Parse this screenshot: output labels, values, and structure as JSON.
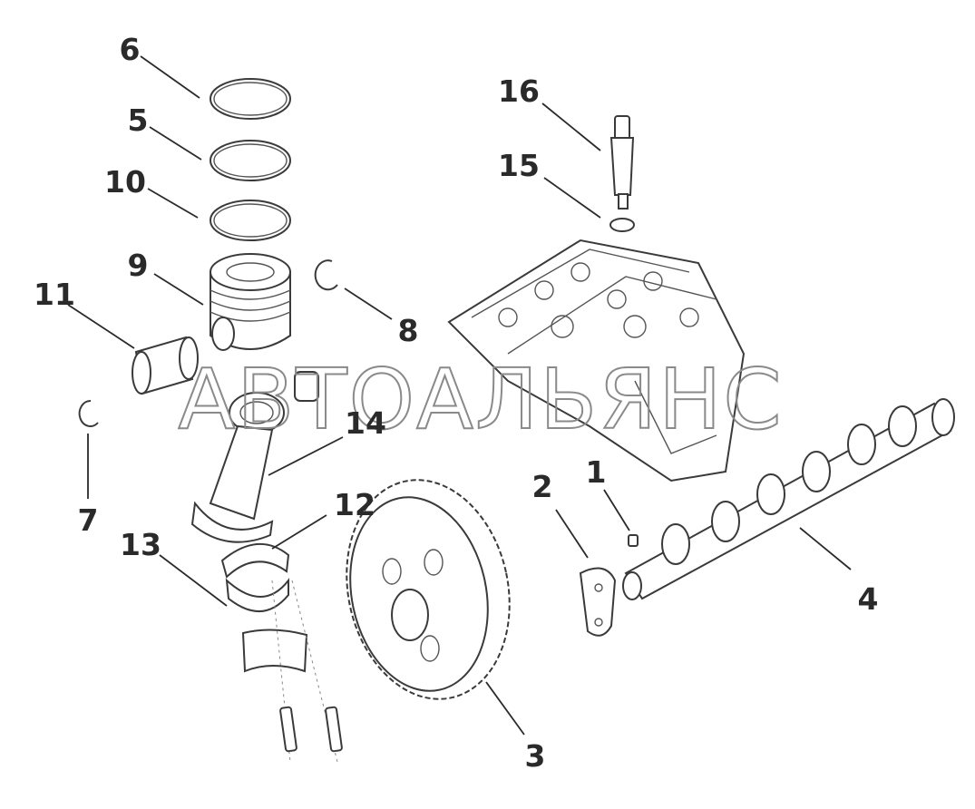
{
  "callouts": [
    {
      "id": "1",
      "text": "1"
    },
    {
      "id": "2",
      "text": "2"
    },
    {
      "id": "3",
      "text": "3"
    },
    {
      "id": "4",
      "text": "4"
    },
    {
      "id": "5",
      "text": "5"
    },
    {
      "id": "6",
      "text": "6"
    },
    {
      "id": "7",
      "text": "7"
    },
    {
      "id": "8",
      "text": "8"
    },
    {
      "id": "9",
      "text": "9"
    },
    {
      "id": "10",
      "text": "10"
    },
    {
      "id": "11",
      "text": "11"
    },
    {
      "id": "12",
      "text": "12"
    },
    {
      "id": "13",
      "text": "13"
    },
    {
      "id": "14",
      "text": "14"
    },
    {
      "id": "15",
      "text": "15"
    },
    {
      "id": "16",
      "text": "16"
    }
  ],
  "watermark": "АВТОАЛЬЯНС"
}
